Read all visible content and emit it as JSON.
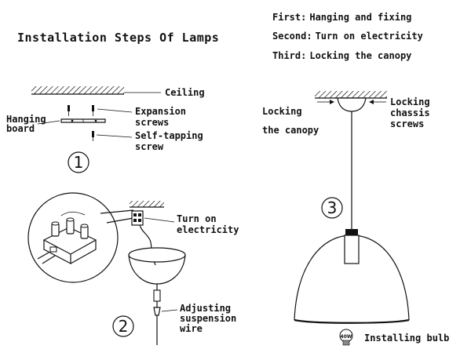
{
  "title": "Installation Steps Of Lamps",
  "steps_list": [
    {
      "label": "First:",
      "text": "Hanging and fixing"
    },
    {
      "label": "Second:",
      "text": "Turn on electricity"
    },
    {
      "label": "Third:",
      "text": "Locking the canopy"
    }
  ],
  "step1": {
    "number": "1",
    "ceiling": "Ceiling",
    "expansion_1": "Expansion",
    "expansion_2": "screws",
    "hanging_1": "Hanging",
    "hanging_2": "board",
    "self_1": "Self-tapping",
    "self_2": "screw"
  },
  "step2": {
    "number": "2",
    "turn_1": "Turn on",
    "turn_2": "electricity",
    "adj_1": "Adjusting",
    "adj_2": "suspension",
    "adj_3": "wire"
  },
  "step3": {
    "number": "3",
    "lock_1": "Locking",
    "lock_2": "the canopy",
    "chassis_1": "Locking",
    "chassis_2": "chassis",
    "chassis_3": "screws",
    "bulb_badge": "40W",
    "bulb_label": "Installing bulb"
  }
}
